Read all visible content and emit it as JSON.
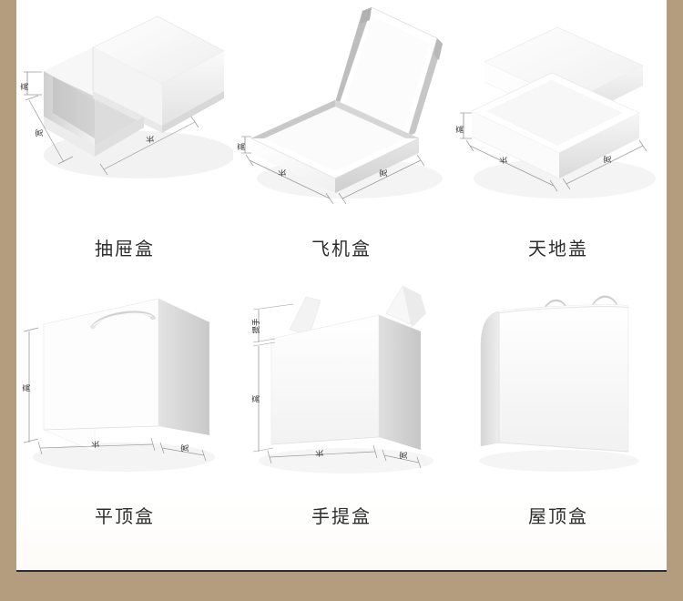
{
  "page": {
    "background_color": "#b49c7e",
    "canvas_color": "#ffffff",
    "bottom_rule_color": "#2b2b33"
  },
  "dimension_labels": {
    "height": "高",
    "width": "宽",
    "length": "长",
    "handle": "提手"
  },
  "boxes": [
    {
      "id": "drawer-box",
      "caption": "抽屉盒",
      "icon": "drawer-box-illustration",
      "dims": [
        "高",
        "宽",
        "长"
      ]
    },
    {
      "id": "mailer-box",
      "caption": "飞机盒",
      "icon": "mailer-box-illustration",
      "dims": [
        "高",
        "长",
        "宽"
      ]
    },
    {
      "id": "lid-base-box",
      "caption": "天地盖",
      "icon": "lid-base-box-illustration",
      "dims": [
        "高",
        "长",
        "宽"
      ]
    },
    {
      "id": "flat-top-box",
      "caption": "平顶盒",
      "icon": "flat-top-box-illustration",
      "dims": [
        "高",
        "长",
        "宽"
      ]
    },
    {
      "id": "tote-box",
      "caption": "手提盒",
      "icon": "tote-box-illustration",
      "dims": [
        "提手",
        "高",
        "长",
        "宽"
      ]
    },
    {
      "id": "roof-box",
      "caption": "屋顶盒",
      "icon": "roof-box-illustration",
      "dims": []
    }
  ]
}
